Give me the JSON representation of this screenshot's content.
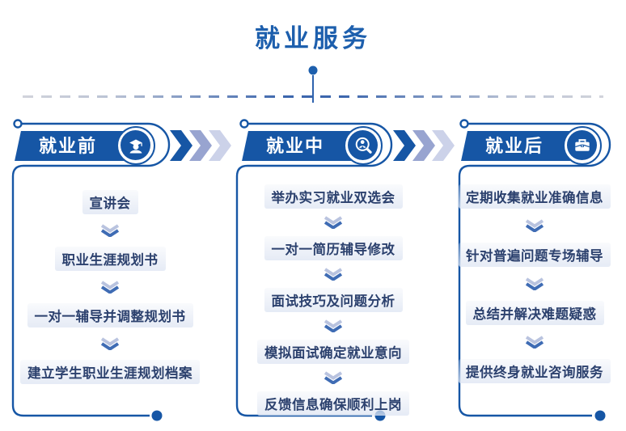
{
  "title": "就业服务",
  "colors": {
    "primary_blue": "#1656a5",
    "title_blue": "#1d5fad",
    "item_text": "#2c416e",
    "chevron_dark": "#1656a5",
    "chevron_mid": "#98a4d0",
    "chevron_light": "#ccd2e9",
    "step_arrow_light": "#b9c3df",
    "step_arrow_dark": "#3f6cb4",
    "dash_gray": "#d2d4dc",
    "dash_blue": "#3c66ad"
  },
  "columns": [
    {
      "header": "就业前",
      "icon": "graduate-student-icon",
      "items": [
        "宣讲会",
        "职业生涯规划书",
        "一对一辅导并调整规划书",
        "建立学生职业生涯规划档案"
      ]
    },
    {
      "header": "就业中",
      "icon": "person-search-icon",
      "items": [
        "举办实习就业双选会",
        "一对一简历辅导修改",
        "面试技巧及问题分析",
        "模拟面试确定就业意向",
        "反馈信息确保顺利上岗"
      ]
    },
    {
      "header": "就业后",
      "icon": "briefcase-icon",
      "items": [
        "定期收集就业准确信息",
        "针对普遍问题专场辅导",
        "总结并解决难题疑惑",
        "提供终身就业咨询服务"
      ]
    }
  ]
}
